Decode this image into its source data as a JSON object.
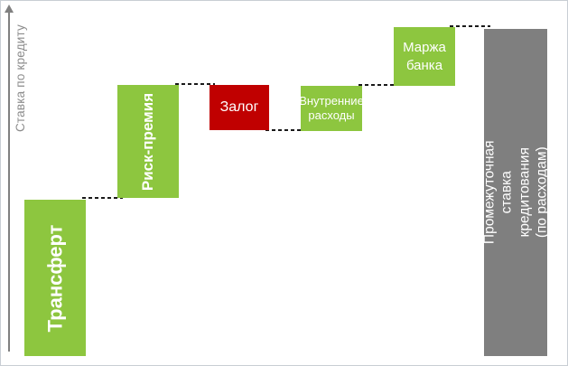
{
  "chart_data": {
    "type": "waterfall",
    "title": "",
    "ylabel": "Ставка по кредиту",
    "xlabel": "",
    "categories": [
      "Трансферт",
      "Риск-премия",
      "Залог",
      "Внутренние расходы",
      "Маржа банка",
      "Промежуточная ставка кредитования (по расходам)"
    ],
    "bars": [
      {
        "label": "Трансферт",
        "role": "increase",
        "start": 0,
        "end": 173,
        "value": 173,
        "color": "#8DC63F"
      },
      {
        "label": "Риск-премия",
        "role": "increase",
        "start": 173,
        "end": 300,
        "value": 127,
        "color": "#8DC63F"
      },
      {
        "label": "Залог",
        "role": "decrease",
        "start": 300,
        "end": 250,
        "value": -50,
        "color": "#C00000"
      },
      {
        "label": "Внутренние расходы",
        "role": "increase",
        "start": 250,
        "end": 300,
        "value": 50,
        "color": "#8DC63F"
      },
      {
        "label": "Маржа банка",
        "role": "increase",
        "start": 300,
        "end": 365,
        "value": 65,
        "color": "#8DC63F"
      },
      {
        "label": "Промежуточная ставка кредитования (по расходам)",
        "role": "total",
        "start": 0,
        "end": 365,
        "value": 365,
        "color": "#7F7F7F"
      }
    ],
    "value_scale": "relative units estimated from bar pixel heights; no numeric tick labels shown",
    "ylim": [
      0,
      400
    ],
    "gridlines": false,
    "legend": false,
    "y_axis_arrow": true,
    "x_axis_visible": false,
    "connector_style": "black dashed lines between consecutive bars"
  },
  "colors": {
    "increase_green": "#8DC63F",
    "decrease_red": "#C00000",
    "total_gray": "#7F7F7F",
    "axis_gray": "#808080",
    "connector_black": "#1A1A1A",
    "background": "#FFFFFF",
    "frame_border": "#C9CED4",
    "bar_text": "#FFFFFF"
  }
}
